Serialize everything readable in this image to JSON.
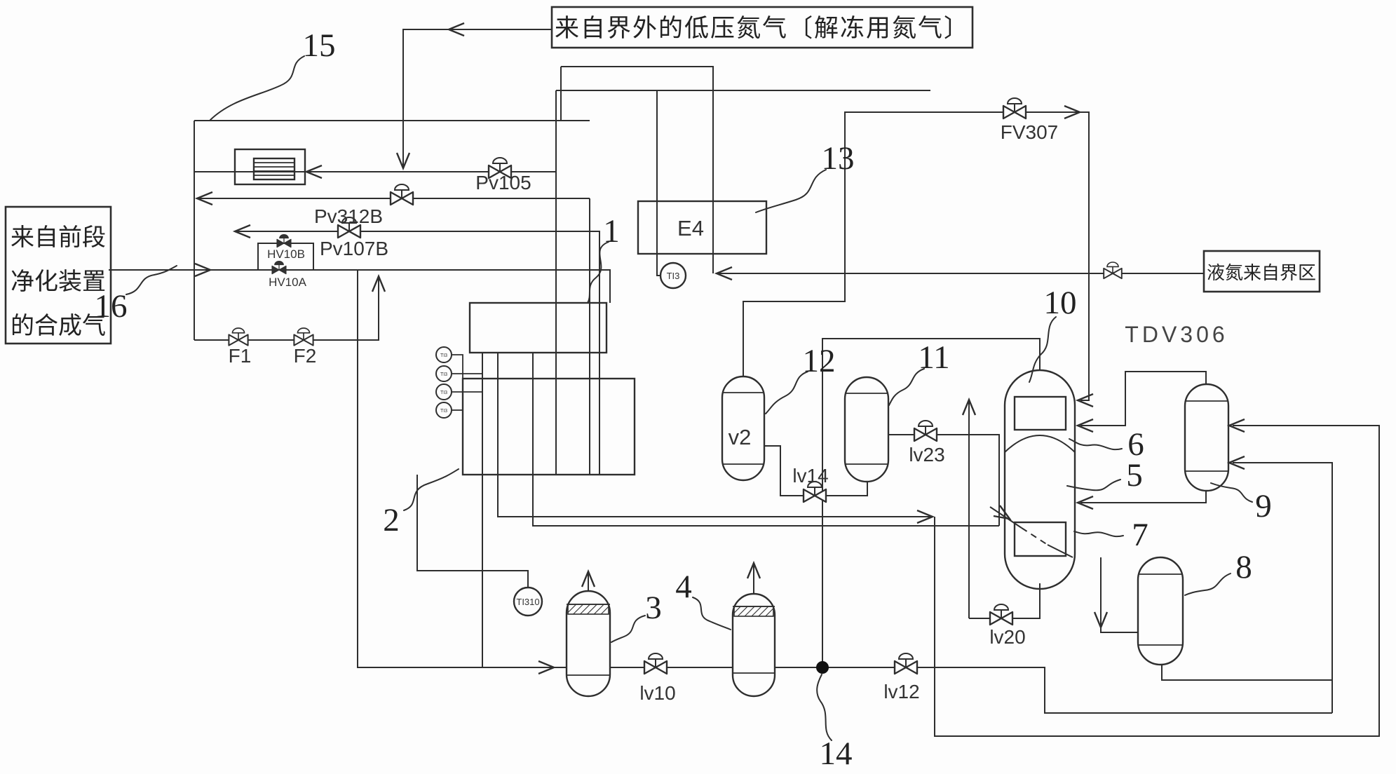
{
  "sources": {
    "n2": "来自界外的低压氮气〔解冻用氮气〕",
    "syngas_line1": "来自前段",
    "syngas_line2": "净化装置",
    "syngas_line3": "的合成气",
    "ln2": "液氮来自界区"
  },
  "equipment": {
    "e4": "E4",
    "tdv306": "TDV306",
    "v2": "v2"
  },
  "valves": {
    "pv105": "Pv105",
    "pv312b": "Pv312B",
    "pv107b": "Pv107B",
    "hv10b": "HV10B",
    "hv10a": "HV10A",
    "f1": "F1",
    "f2": "F2",
    "fv307": "FV307",
    "lv10": "lv10",
    "lv12": "lv12",
    "lv14": "lv14",
    "lv20": "lv20",
    "lv23": "lv23"
  },
  "instruments": {
    "ti310": "TI310",
    "e4_gauge": "TI3",
    "tap1": "TI3",
    "tap2": "TI3",
    "tap3": "TI3",
    "tap4": "TI3"
  },
  "callouts": {
    "c1": "1",
    "c2": "2",
    "c3": "3",
    "c4": "4",
    "c5": "5",
    "c6": "6",
    "c7": "7",
    "c8": "8",
    "c9": "9",
    "c10": "10",
    "c11": "11",
    "c12": "12",
    "c13": "13",
    "c14": "14",
    "c15": "15",
    "c16": "16"
  },
  "colors": {
    "line": "#2e2e2e",
    "background": "#fdfdfd"
  }
}
